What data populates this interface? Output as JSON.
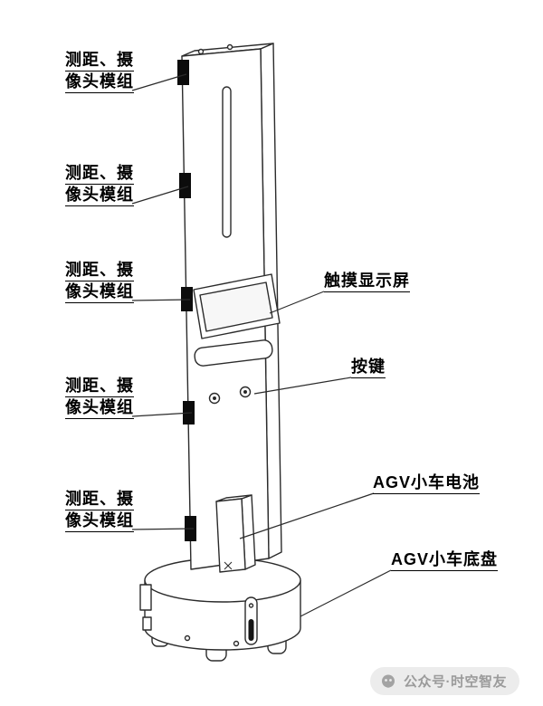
{
  "labels": {
    "camera_module": {
      "line1": "测距、摄",
      "line2": "像头模组"
    },
    "touch_screen": {
      "text": "触摸显示屏"
    },
    "buttons": {
      "text": "按键"
    },
    "battery": {
      "text": "AGV小车电池"
    },
    "chassis": {
      "text": "AGV小车底盘"
    }
  },
  "watermark": {
    "text": "公众号·时空智友",
    "icon": "official-account-icon"
  },
  "colors": {
    "outline": "#2b2b2b",
    "camera_module_fill": "#0c0c0c",
    "label_text": "#000000",
    "watermark_bg": "#ececec",
    "watermark_text": "#9b9b9b"
  }
}
